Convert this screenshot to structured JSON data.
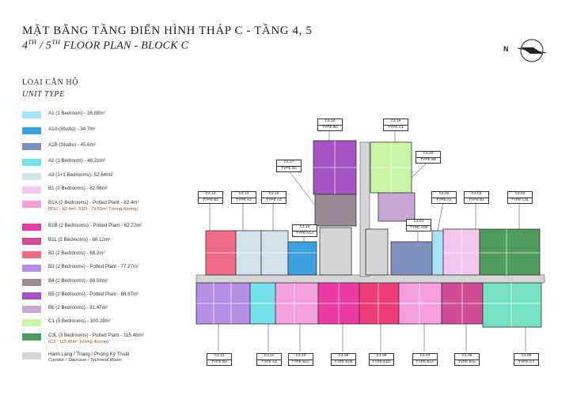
{
  "header": {
    "title": "MẶT BẰNG TẦNG ĐIỂN HÌNH THÁP C - TẦNG 4, 5",
    "subtitle_prefix_4": "4",
    "subtitle_th1": "TH",
    "subtitle_sep": " / 5",
    "subtitle_th2": "TH",
    "subtitle_rest": " FLOOR PLAN - BLOCK C"
  },
  "compass": {
    "label": "N",
    "icon": "north-arrow-icon"
  },
  "legend": {
    "heading": "LOẠI CĂN HỘ",
    "subheading": "UNIT TYPE",
    "items": [
      {
        "label": "A1 (1 Bedroom) - 36.88m²",
        "color": "#a9e2f4"
      },
      {
        "label": "A1A (Studio) - 34.7m²",
        "color": "#3ba0e0"
      },
      {
        "label": "A1B (Studio) - 45.6m²",
        "color": "#7f8fbe"
      },
      {
        "label": "A2 (1 Bedroom) - 48.21m²",
        "color": "#74e2ea"
      },
      {
        "label": "A3 (1+1 Bedrooms)- 52.64m2",
        "color": "#d3e3ec"
      },
      {
        "label": "B1 (2 Bedrooms) - 82.06m²",
        "color": "#f5c6ef"
      },
      {
        "label": "B1A (2 Bedrooms) - Potted Plant - 82.4m²",
        "color": "#f59ee0",
        "note": "(B1C - 82.4m², B1D - 79.55m² Tương đương)"
      },
      {
        "label": "B1B (2 Bedrooms) - Potted Plant - 82.72m²",
        "color": "#ec3ca3"
      },
      {
        "label": "B1L (2 Bedrooms) - 80.12m²",
        "color": "#cf4e96"
      },
      {
        "label": "B2 (2 Bedrooms) - 68.2m²",
        "color": "#f06c86"
      },
      {
        "label": "B3 (2 Bedrooms) - Potted Plant - 77.27m²",
        "color": "#b58fe6"
      },
      {
        "label": "B4 (2 Bedrooms) - 80.58m²",
        "color": "#9b8a94"
      },
      {
        "label": "B5 (2 Bedrooms) - Potted Plant - 88.67m²",
        "color": "#a552c3"
      },
      {
        "label": "B6 (2 Bedrooms) - 81.47m²",
        "color": "#c8a8d6"
      },
      {
        "label": "C1 (3 Bedrooms) - 100.28m²",
        "color": "#c9f5a6"
      },
      {
        "label": "C3L (3 Bedrooms) - Potted Plant - 115.46m²",
        "color": "#4f9c5c",
        "note": "(C3 - 115.46m² Tương đương)"
      },
      {
        "label": "Hành Lang / Thang / Phòng Kỹ Thuật",
        "color": "#d6d6d6",
        "note2": "Corridor / Staircase / Technical Room"
      }
    ]
  },
  "units": [
    {
      "code": "C4.18",
      "type": "TYPE B5"
    },
    {
      "code": "C4.19",
      "type": "TYPE C1"
    },
    {
      "code": "C4.20",
      "type": "TYPE B6"
    },
    {
      "code": "C4.17",
      "type": "TYPE B4"
    },
    {
      "code": "C4.13",
      "type": "TYPE B2"
    },
    {
      "code": "C4.14",
      "type": "TYPE A3"
    },
    {
      "code": "C4.15",
      "type": "TYPE A3"
    },
    {
      "code": "C4.16",
      "type": "TYPE A1A"
    },
    {
      "code": "C4.01",
      "type": "TYPE A1B"
    },
    {
      "code": "C4.02",
      "type": "TYPE A1"
    },
    {
      "code": "C4.03",
      "type": "TYPE B1"
    },
    {
      "code": "C4.04",
      "type": "TYPE C3L"
    },
    {
      "code": "C4.12",
      "type": "TYPE B3"
    },
    {
      "code": "C4.11",
      "type": "TYPE A2"
    },
    {
      "code": "C4.10",
      "type": "TYPE B1C"
    },
    {
      "code": "C4.09",
      "type": "TYPE B1B"
    },
    {
      "code": "C4.08",
      "type": "TYPE B1D"
    },
    {
      "code": "C4.07",
      "type": "TYPE B1A"
    },
    {
      "code": "C4.06",
      "type": "TYPE B1L"
    },
    {
      "code": "C4.05",
      "type": "TYPE C3"
    }
  ]
}
